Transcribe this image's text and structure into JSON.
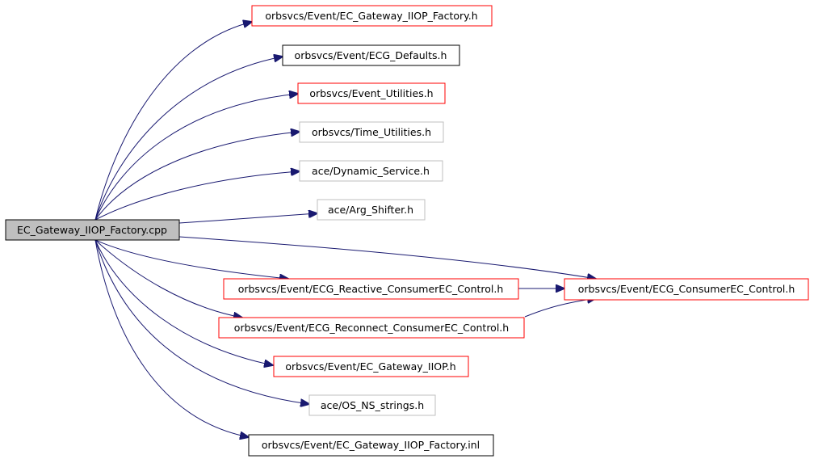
{
  "colors": {
    "edge": "#191970",
    "border_red": "#ff0000",
    "border_black": "#000000",
    "border_gray": "#bfbfbf",
    "root_fill": "#bfbfbf",
    "node_fill": "#ffffff"
  },
  "nodes": [
    {
      "id": "root",
      "label": "EC_Gateway_IIOP_Factory.cpp",
      "style": "root"
    },
    {
      "id": "gw_factory_h",
      "label": "orbsvcs/Event/EC_Gateway_IIOP_Factory.h",
      "style": "red"
    },
    {
      "id": "ecg_defaults",
      "label": "orbsvcs/Event/ECG_Defaults.h",
      "style": "black"
    },
    {
      "id": "event_utils",
      "label": "orbsvcs/Event_Utilities.h",
      "style": "red"
    },
    {
      "id": "time_utils",
      "label": "orbsvcs/Time_Utilities.h",
      "style": "gray"
    },
    {
      "id": "dyn_service",
      "label": "ace/Dynamic_Service.h",
      "style": "gray"
    },
    {
      "id": "arg_shifter",
      "label": "ace/Arg_Shifter.h",
      "style": "gray"
    },
    {
      "id": "reactive",
      "label": "orbsvcs/Event/ECG_Reactive_ConsumerEC_Control.h",
      "style": "red"
    },
    {
      "id": "consumer_ctrl",
      "label": "orbsvcs/Event/ECG_ConsumerEC_Control.h",
      "style": "red"
    },
    {
      "id": "reconnect",
      "label": "orbsvcs/Event/ECG_Reconnect_ConsumerEC_Control.h",
      "style": "red"
    },
    {
      "id": "gw_iiop",
      "label": "orbsvcs/Event/EC_Gateway_IIOP.h",
      "style": "red"
    },
    {
      "id": "os_ns",
      "label": "ace/OS_NS_strings.h",
      "style": "gray"
    },
    {
      "id": "gw_factory_inl",
      "label": "orbsvcs/Event/EC_Gateway_IIOP_Factory.inl",
      "style": "black"
    }
  ],
  "edges": [
    {
      "from": "root",
      "to": "gw_factory_h"
    },
    {
      "from": "root",
      "to": "ecg_defaults"
    },
    {
      "from": "root",
      "to": "event_utils"
    },
    {
      "from": "root",
      "to": "time_utils"
    },
    {
      "from": "root",
      "to": "dyn_service"
    },
    {
      "from": "root",
      "to": "arg_shifter"
    },
    {
      "from": "root",
      "to": "consumer_ctrl"
    },
    {
      "from": "root",
      "to": "reactive"
    },
    {
      "from": "root",
      "to": "reconnect"
    },
    {
      "from": "root",
      "to": "gw_iiop"
    },
    {
      "from": "root",
      "to": "os_ns"
    },
    {
      "from": "root",
      "to": "gw_factory_inl"
    },
    {
      "from": "reactive",
      "to": "consumer_ctrl"
    },
    {
      "from": "reconnect",
      "to": "consumer_ctrl"
    }
  ]
}
